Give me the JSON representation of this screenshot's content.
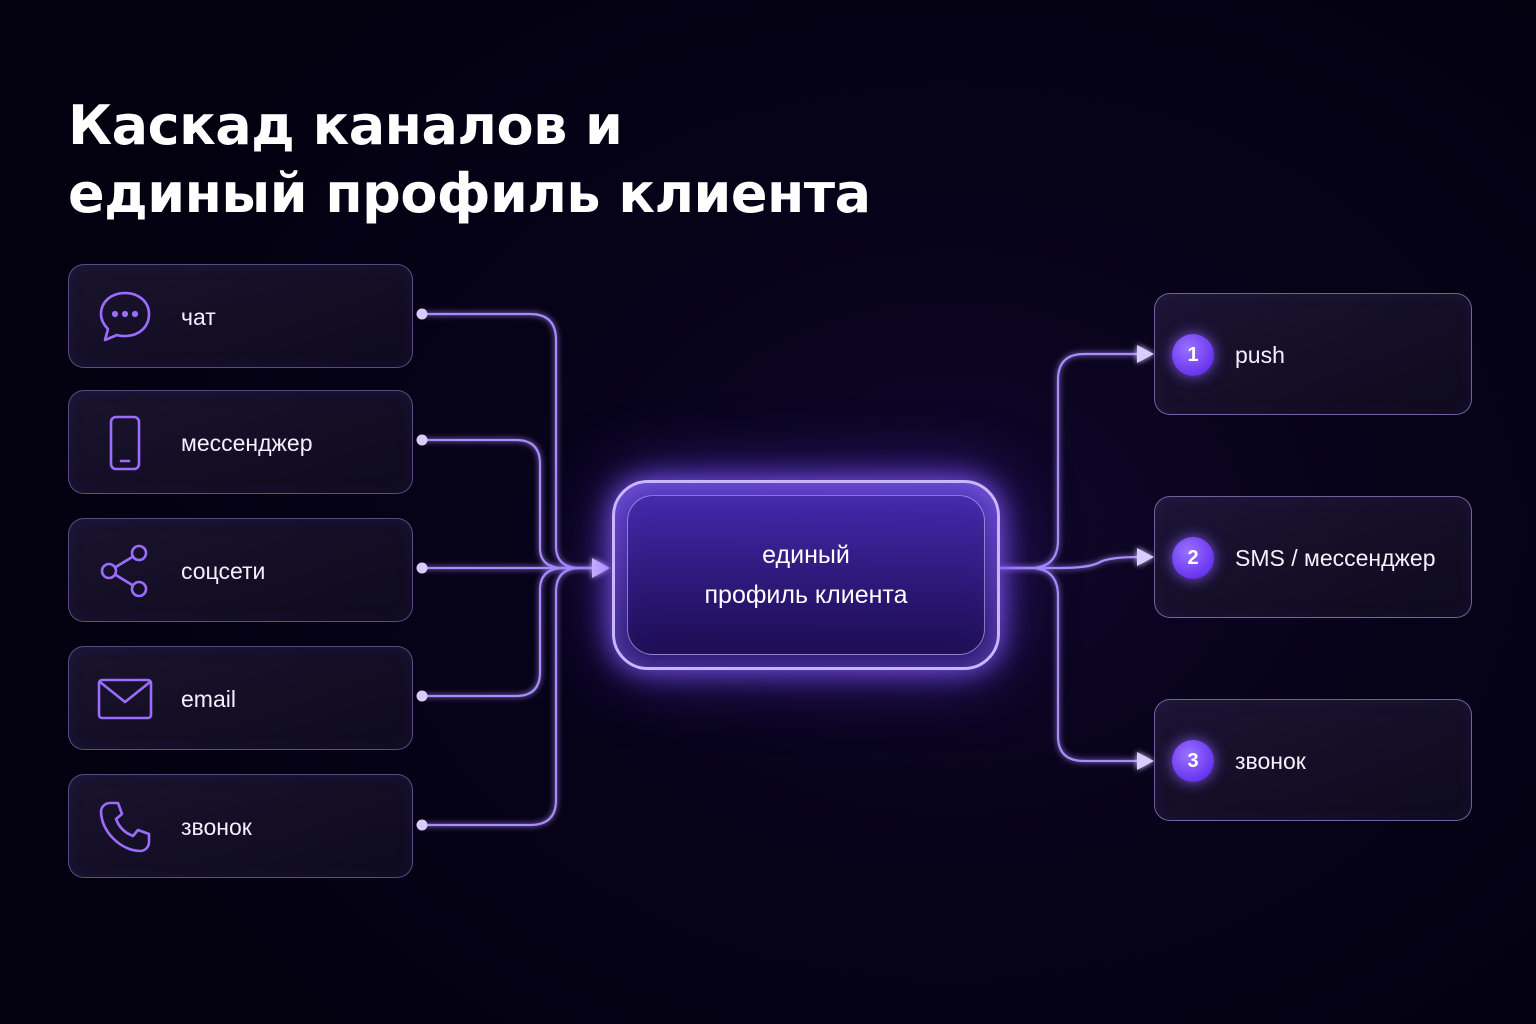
{
  "title": {
    "line1": "Каскад каналов и",
    "line2": "единый профиль клиента"
  },
  "hub": {
    "line1": "единый",
    "line2": "профиль клиента"
  },
  "sources": [
    {
      "label": "чат",
      "icon": "chat-bubble-icon"
    },
    {
      "label": "мессенджер",
      "icon": "smartphone-icon"
    },
    {
      "label": "соцсети",
      "icon": "share-icon"
    },
    {
      "label": "email",
      "icon": "envelope-icon"
    },
    {
      "label": "звонок",
      "icon": "phone-icon"
    }
  ],
  "cascade": [
    {
      "step": "1",
      "label": "push"
    },
    {
      "step": "2",
      "label": "SMS / мессенджер"
    },
    {
      "step": "3",
      "label": "звонок"
    }
  ],
  "colors": {
    "background": "#07031a",
    "accent": "#8b5cff",
    "wire": "#a88cff",
    "text": "#ffffff"
  }
}
